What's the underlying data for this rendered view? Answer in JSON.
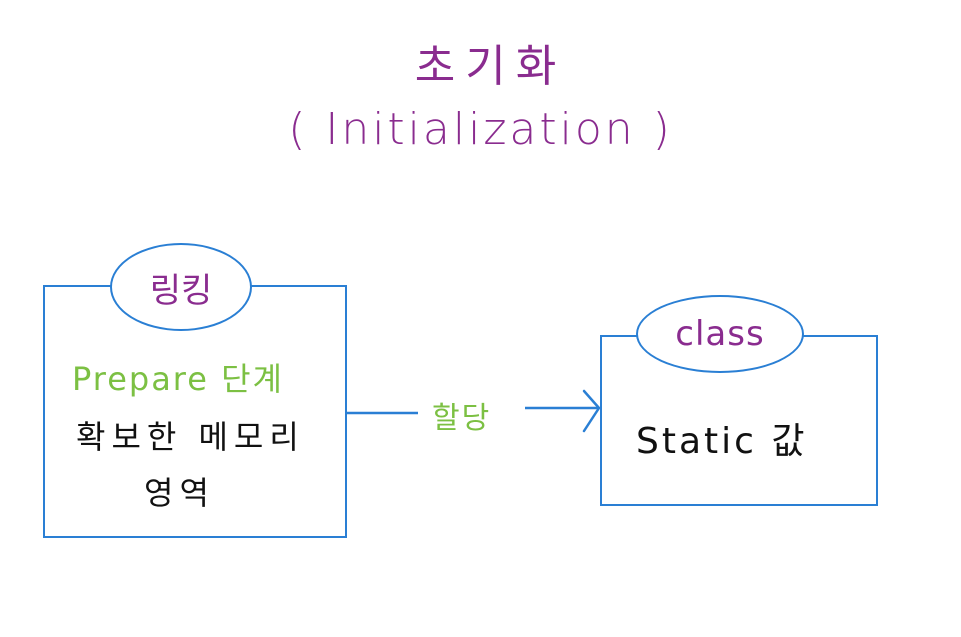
{
  "colors": {
    "title": "#8a2c8f",
    "box": "#2a7fd4",
    "accent": "#7cc043",
    "text": "#111111"
  },
  "title": {
    "main": "초기화",
    "sub": "( Initialization )"
  },
  "left_box": {
    "badge": "링킹",
    "stage": "Prepare 단계",
    "memory_line1": "확보한 메모리",
    "memory_line2": "영역"
  },
  "right_box": {
    "badge": "class",
    "content": "Static 값"
  },
  "connector": {
    "label": "할당"
  }
}
